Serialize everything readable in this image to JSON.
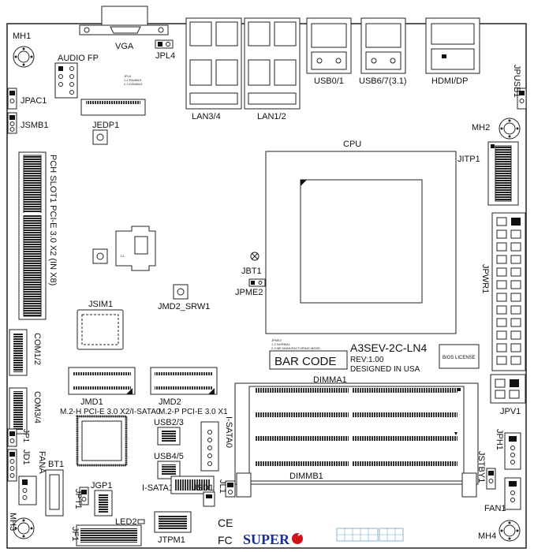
{
  "labels": {
    "mh1": "MH1",
    "mh2": "MH2",
    "mh3": "MH3",
    "mh4": "MH4",
    "vga": "VGA",
    "jpl4": "JPL4",
    "audio_fp": "AUDIO FP",
    "jpac1": "JPAC1",
    "jsmb1": "JSMB1",
    "jedp1": "JEDP1",
    "lan34": "LAN3/4",
    "lan12": "LAN1/2",
    "usb01": "USB0/1",
    "usb67": "USB6/7(3.1)",
    "hdmi_dp": "HDMI/DP",
    "jpusb1": "JPUSB1",
    "cpu": "CPU",
    "jitp1": "JITP1",
    "pch_slot": "PCH SLOT1 PCI-E 3.0 X2 (IN X8)",
    "jbt1": "JBT1",
    "jpme2": "JPME2",
    "jmd2_srw1": "JMD2_SRW1",
    "jsim1": "JSIM1",
    "jpwr1": "JPWR1",
    "com12": "COM1/2",
    "com34": "COM3/4",
    "jmd1": "JMD1",
    "jmd2": "JMD2",
    "jmd1_desc": "M.2-H PCI-E 3.0 X2/I-SATA0",
    "jmd2_desc": "M.2-P  PCI-E 3.0 X1",
    "bar_code": "BAR CODE",
    "model": "A3SEV-2C-LN4",
    "rev": "REV:1.00",
    "designed": "DESIGNED IN USA",
    "bios_license": "BIOS LICENSE",
    "dimma1": "DIMMA1",
    "dimmb1": "DIMMB1",
    "jpv1": "JPV1",
    "jph1": "JPH1",
    "jstby1": "JSTBY1",
    "fan1": "FAN1",
    "usb23": "USB2/3",
    "usb45": "USB4/5",
    "isata0": "I-SATA0",
    "isata1": "I-SATA1",
    "jsd1": "JSD1",
    "jl1": "JL1",
    "jgp1": "JGP1",
    "jpt1": "JPT1",
    "jd1": "JD1",
    "jp1": "JP1",
    "fana": "FANA",
    "bt1": "BT1",
    "led2": "LED2",
    "jf1": "JF1",
    "jtpm1": "JTPM1",
    "ce": "CE",
    "fc": "FC",
    "brand": "SUPER"
  },
  "tiny_notes": {
    "jpme2_note": "JPME2",
    "jpme2_note2": "1-2 NORMAL",
    "jpme2_note3": "2-3 ME MANUFACTURING MODE",
    "jpl4_note": "JPL4",
    "jpl4_note2": "1-2 ENABLE",
    "jpl4_note3": "2-3 DISABLE"
  },
  "colors": {
    "outline": "#222222",
    "brand_red": "#d0141b",
    "brand_blue": "#1b2f8a",
    "logo_box": "#6aa6c8"
  }
}
